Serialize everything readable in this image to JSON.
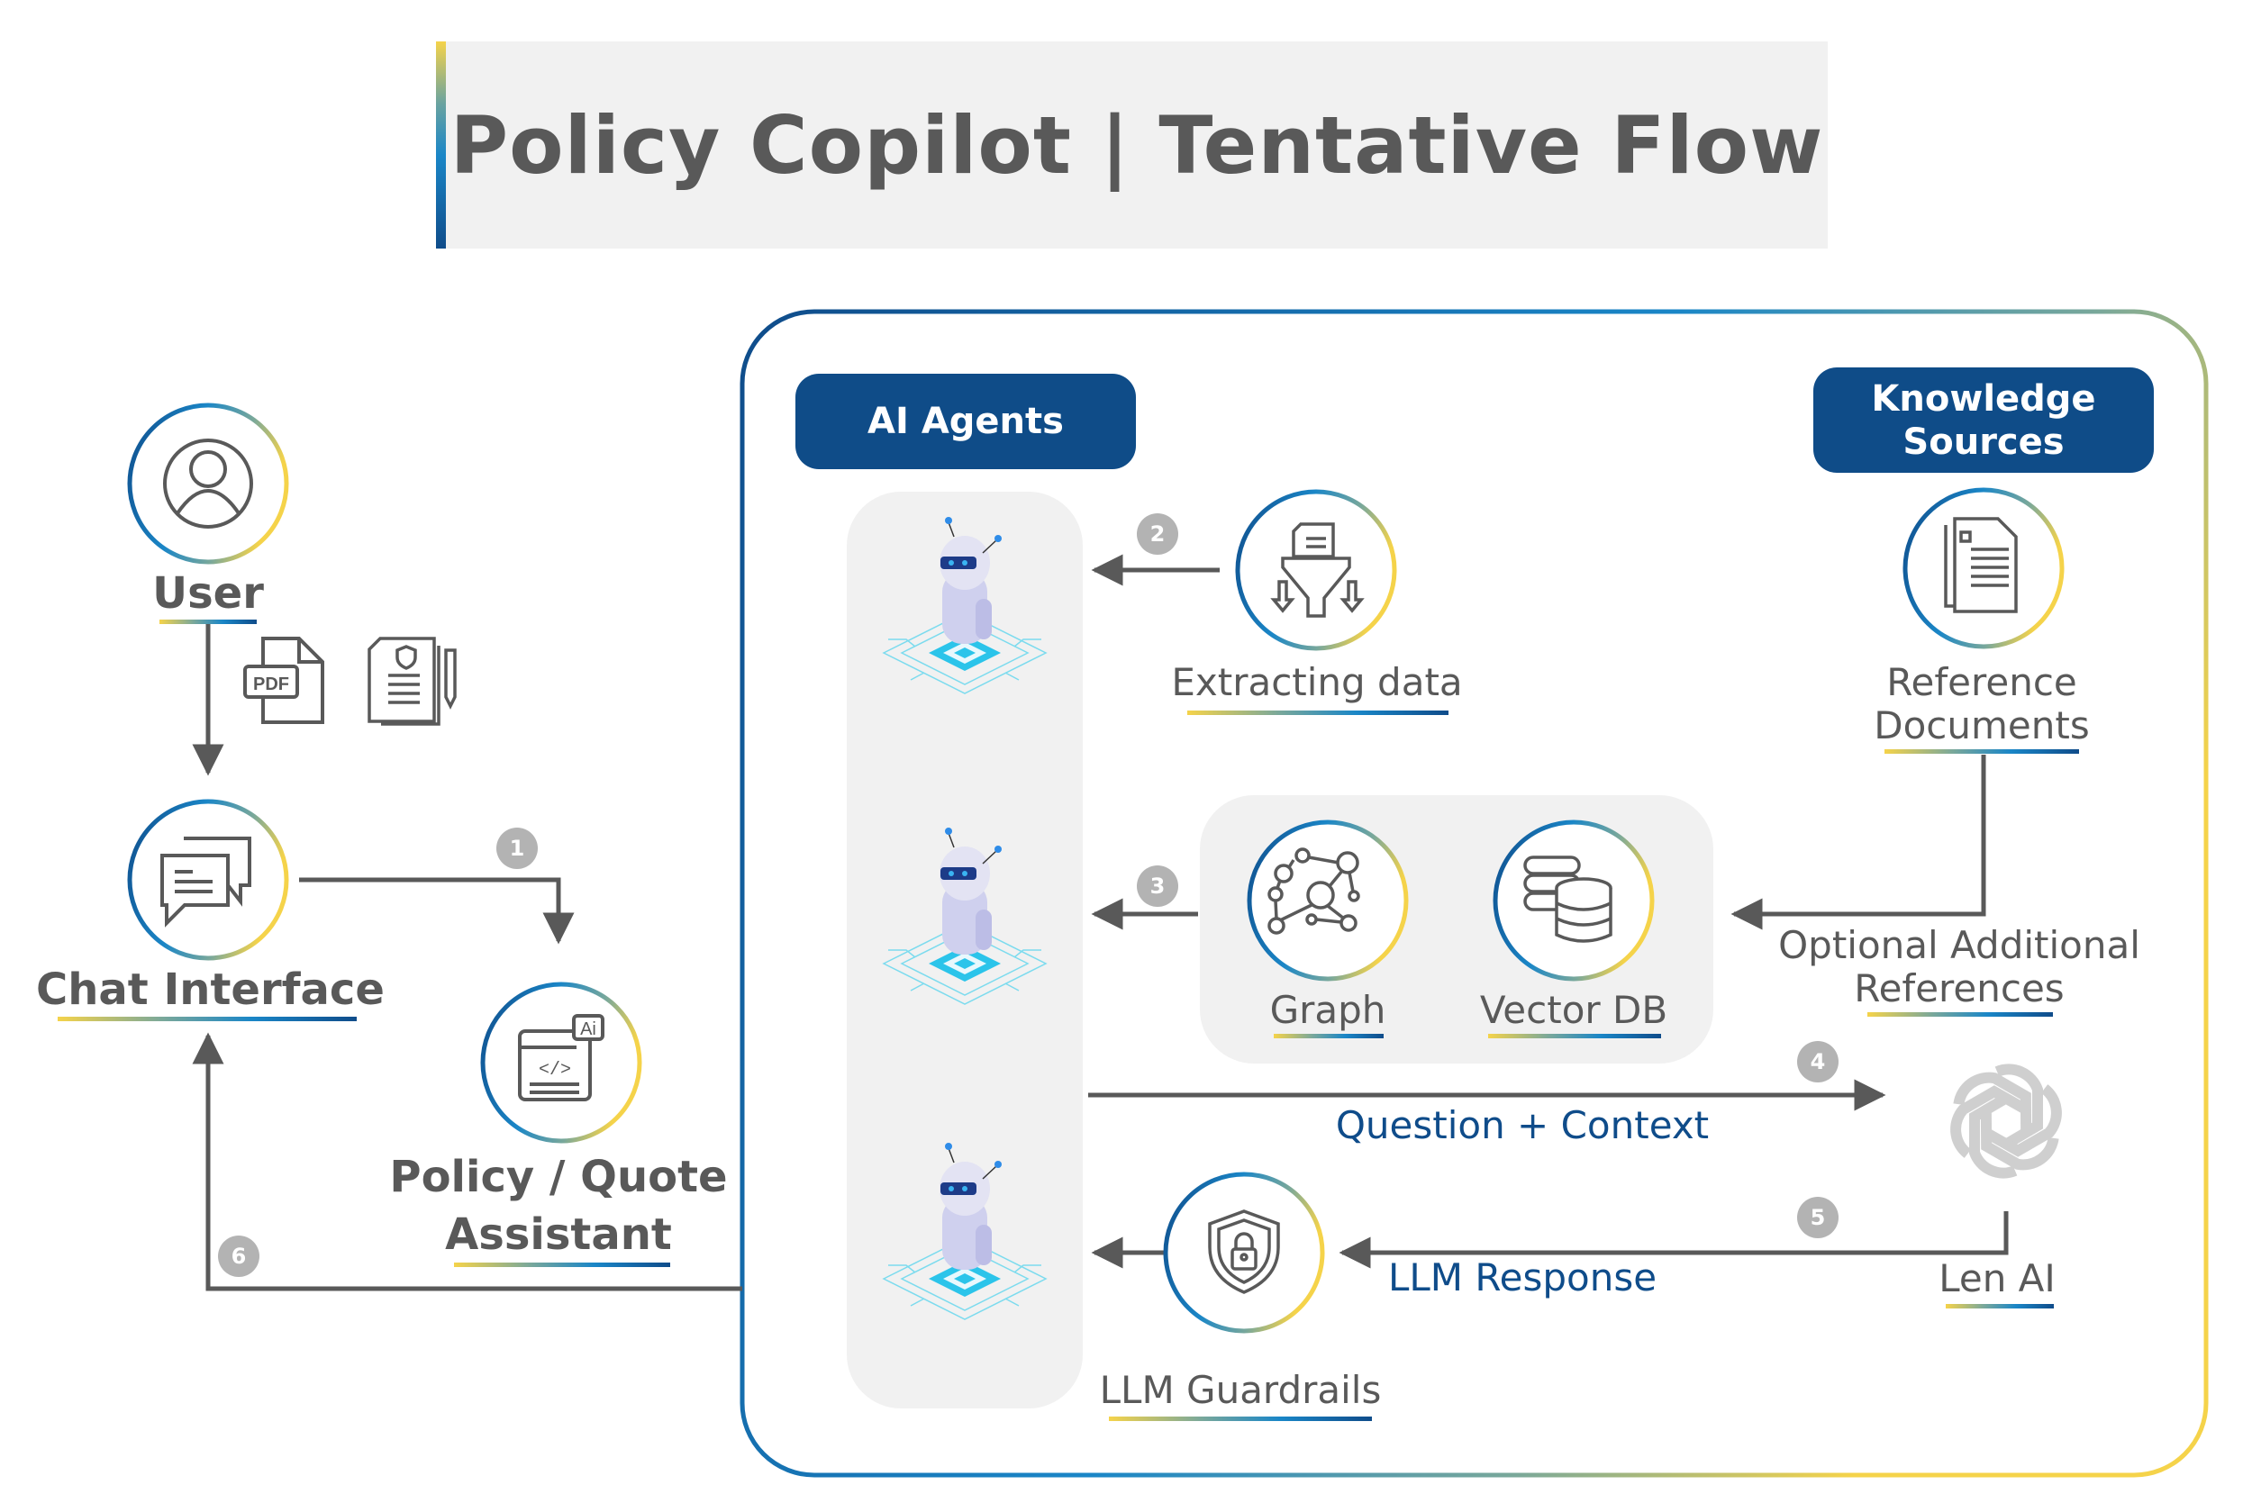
{
  "title": "Policy Copilot | Tentative Flow",
  "colors": {
    "brand_blue": "#0f4c88",
    "accent_yellow": "#f5d34a",
    "accent_cyan": "#1a86c7",
    "text_gray": "#595959",
    "arrow_gray": "#595959",
    "badge_gray": "#b3b3b3",
    "panel_gray": "#f1f1f1"
  },
  "left": {
    "user": {
      "label": "User",
      "icon": "user-icon"
    },
    "attachments": [
      {
        "icon": "pdf-file-icon",
        "text": "PDF"
      },
      {
        "icon": "policy-document-icon"
      }
    ],
    "chat": {
      "label": "Chat Interface",
      "icon": "chat-bubbles-icon"
    },
    "assistant": {
      "label_line1": "Policy / Quote",
      "label_line2": "Assistant",
      "icon": "ai-code-window-icon",
      "icon_badge": "Ai"
    }
  },
  "container": {
    "agents_header": "AI Agents",
    "knowledge_header_line1": "Knowledge",
    "knowledge_header_line2": "Sources",
    "agents": [
      {
        "icon": "robot-agent-icon"
      },
      {
        "icon": "robot-agent-icon"
      },
      {
        "icon": "robot-agent-icon"
      }
    ],
    "extracting": {
      "label": "Extracting data",
      "icon": "funnel-extract-icon"
    },
    "reference_docs": {
      "label_line1": "Reference",
      "label_line2": "Documents",
      "icon": "documents-icon"
    },
    "graph": {
      "label": "Graph",
      "icon": "graph-network-icon"
    },
    "vector_db": {
      "label": "Vector DB",
      "icon": "database-server-icon"
    },
    "optional_refs": {
      "label_line1": "Optional Additional",
      "label_line2": "References"
    },
    "llm": {
      "label": "Len AI",
      "icon": "openai-logo-icon"
    },
    "guardrails": {
      "label": "LLM Guardrails",
      "icon": "shield-lock-icon"
    },
    "question_context": "Question + Context",
    "llm_response": "LLM Response"
  },
  "steps": [
    "1",
    "2",
    "3",
    "4",
    "5",
    "6"
  ]
}
